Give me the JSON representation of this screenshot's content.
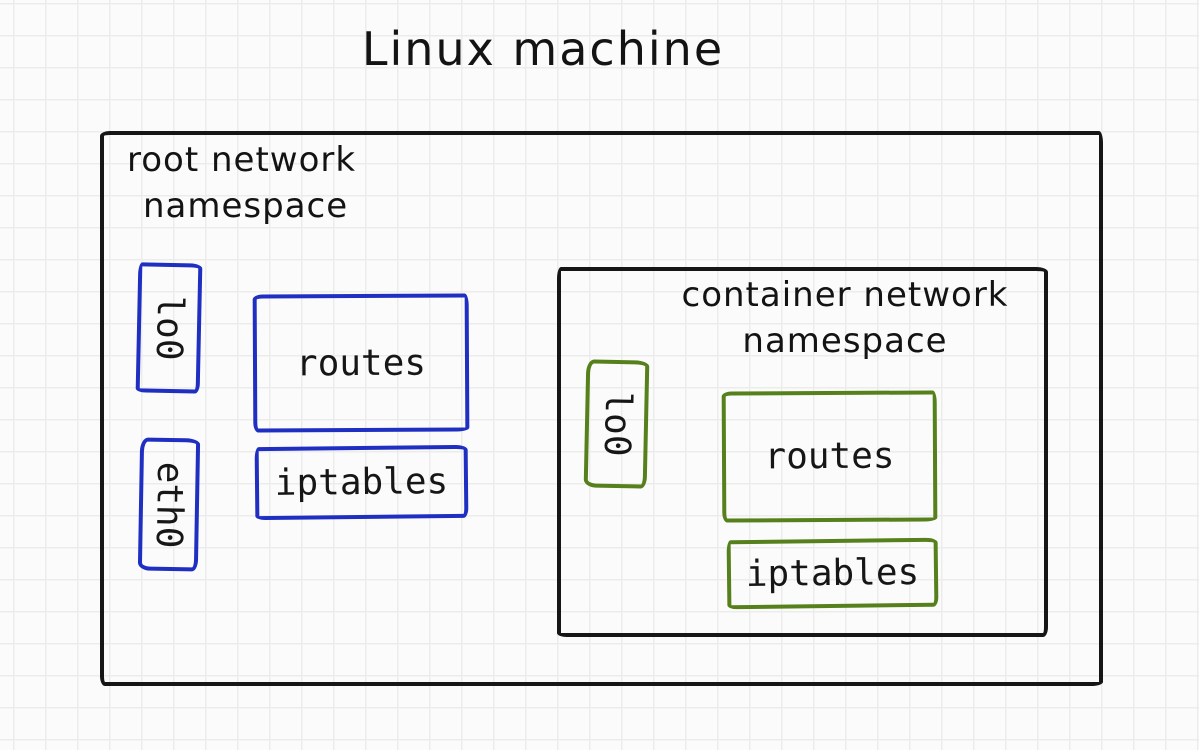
{
  "title": "Linux machine",
  "colors": {
    "stroke_black": "#161616",
    "root_accent_blue": "#1f2fc1",
    "container_accent_green": "#56801b",
    "background": "#fbfbfb",
    "grid_line": "#ececec"
  },
  "root_namespace": {
    "label_line1": "root network",
    "label_line2": "namespace",
    "interfaces": [
      {
        "name": "lo0"
      },
      {
        "name": "eth0"
      }
    ],
    "routes_label": "routes",
    "iptables_label": "iptables"
  },
  "container_namespace": {
    "label_line1": "container network",
    "label_line2": "namespace",
    "interfaces": [
      {
        "name": "lo0"
      }
    ],
    "routes_label": "routes",
    "iptables_label": "iptables"
  }
}
